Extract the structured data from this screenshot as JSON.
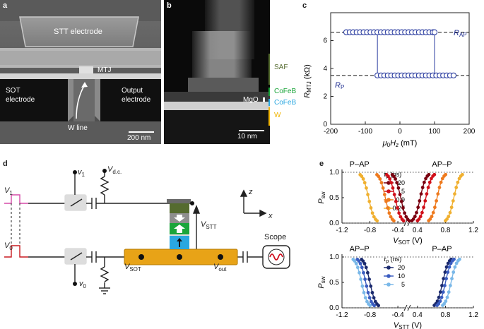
{
  "panel_labels": {
    "a": "a",
    "b": "b",
    "c": "c",
    "d": "d",
    "e": "e"
  },
  "panel_a": {
    "stt_electrode": "STT electrode",
    "mtj": "MTJ",
    "sot_electrode": "SOT electrode",
    "output_electrode": "Output electrode",
    "w_line": "W line",
    "scale_bar": "200 nm"
  },
  "panel_b": {
    "layers": [
      {
        "name": "SAF",
        "color": "#556b2f"
      },
      {
        "name": "CoFeB",
        "color": "#1aa53a"
      },
      {
        "name": "MgO",
        "color": "#ffffff"
      },
      {
        "name": "CoFeB",
        "color": "#2aa7e0"
      },
      {
        "name": "W",
        "color": "#f0b400"
      }
    ],
    "scale_bar": "10 nm"
  },
  "panel_c": {
    "ylabel": "R",
    "ylabel_sub": "MTJ",
    "ylabel_unit": "(kΩ)",
    "xlabel_prefix": "μ",
    "xlabel_sub0": "0",
    "xlabel_H": "H",
    "xlabel_subz": "z",
    "xlabel_unit": "(mT)",
    "r_ap": "R",
    "r_ap_sub": "AP",
    "r_p": "R",
    "r_p_sub": "P",
    "xticks": [
      "-200",
      "-100",
      "0",
      "100",
      "200"
    ],
    "yticks": [
      "0",
      "2",
      "4",
      "6"
    ]
  },
  "chart_data": [
    {
      "type": "scatter",
      "xlim": [
        -200,
        200
      ],
      "ylim": [
        0,
        8
      ],
      "series": [
        {
          "name": "R_AP",
          "x": [
            -155,
            -145,
            -135,
            -125,
            -115,
            -105,
            -95,
            -85,
            -75,
            -65,
            -55,
            -45,
            -35,
            -25,
            -15,
            -5,
            5,
            15,
            25,
            35,
            45,
            55,
            65,
            75,
            85,
            95,
            100
          ],
          "y": [
            6.6,
            6.6,
            6.6,
            6.6,
            6.6,
            6.6,
            6.6,
            6.6,
            6.6,
            6.6,
            6.6,
            6.6,
            6.6,
            6.6,
            6.6,
            6.6,
            6.6,
            6.6,
            6.6,
            6.6,
            6.6,
            6.6,
            6.6,
            6.6,
            6.6,
            6.6,
            6.6
          ]
        },
        {
          "name": "R_P",
          "x": [
            -65,
            -55,
            -45,
            -35,
            -25,
            -15,
            -5,
            5,
            15,
            25,
            35,
            45,
            55,
            65,
            75,
            85,
            95,
            105,
            115,
            125,
            135,
            145,
            155
          ],
          "y": [
            3.5,
            3.5,
            3.5,
            3.5,
            3.5,
            3.5,
            3.5,
            3.5,
            3.5,
            3.5,
            3.5,
            3.5,
            3.5,
            3.5,
            3.5,
            3.5,
            3.5,
            3.5,
            3.5,
            3.5,
            3.5,
            3.5,
            3.5
          ]
        }
      ],
      "switch_fields": [
        -65,
        100
      ]
    },
    {
      "type": "line",
      "title_left": "P–AP",
      "title_right": "AP–P",
      "xlabel": "V",
      "xlabel_sub": "SOT",
      "xlabel_unit": "(V)",
      "ylabel": "P",
      "ylabel_sub": "sw",
      "legend_title": "τ",
      "legend_title_sub": "p",
      "legend_unit": "(ns)",
      "xticks": [
        "-1.2",
        "-0.8",
        "-0.4",
        "0.4",
        "0.8",
        "1.2"
      ],
      "yticks": [
        "0.0",
        "0.5",
        "1.0"
      ],
      "series": [
        {
          "name": "20",
          "color": "#7a0010",
          "neg_thr": -0.36,
          "pos_thr": 0.44
        },
        {
          "name": "5",
          "color": "#d0101a",
          "neg_thr": -0.44,
          "pos_thr": 0.52
        },
        {
          "name": "0.9",
          "color": "#ee7a1e",
          "neg_thr": -0.58,
          "pos_thr": 0.68
        },
        {
          "name": "0.27",
          "color": "#f0b030",
          "neg_thr": -0.82,
          "pos_thr": 0.92
        }
      ]
    },
    {
      "type": "line",
      "title_left": "AP–P",
      "title_right": "P–AP",
      "xlabel": "V",
      "xlabel_sub": "STT",
      "xlabel_unit": "(V)",
      "ylabel": "P",
      "ylabel_sub": "sw",
      "legend_title": "τ",
      "legend_title_sub": "p",
      "legend_unit": "(ns)",
      "xticks": [
        "-1.2",
        "-0.8",
        "-0.4",
        "0.4",
        "0.8",
        "1.2"
      ],
      "yticks": [
        "0.0",
        "0.5",
        "1.0"
      ],
      "series": [
        {
          "name": "20",
          "color": "#1b2a6e",
          "neg_thr": -0.8,
          "pos_thr": 0.76
        },
        {
          "name": "10",
          "color": "#3a5cc0",
          "neg_thr": -0.86,
          "pos_thr": 0.8
        },
        {
          "name": "5",
          "color": "#7ab8e8",
          "neg_thr": -0.92,
          "pos_thr": 0.88
        }
      ]
    }
  ],
  "panel_d": {
    "v1": "V",
    "v1_sub": "1",
    "v0": "V",
    "v0_sub": "0",
    "v1_small": "v",
    "v1_small_sub": "1",
    "v0_small": "v",
    "v0_small_sub": "0",
    "vdc": "V",
    "vdc_sub": "d.c.",
    "vstt": "V",
    "vstt_sub": "STT",
    "vsot": "V",
    "vsot_sub": "SOT",
    "vout": "V",
    "vout_sub": "out",
    "scope": "Scope",
    "axis_z": "z",
    "axis_x": "x"
  }
}
